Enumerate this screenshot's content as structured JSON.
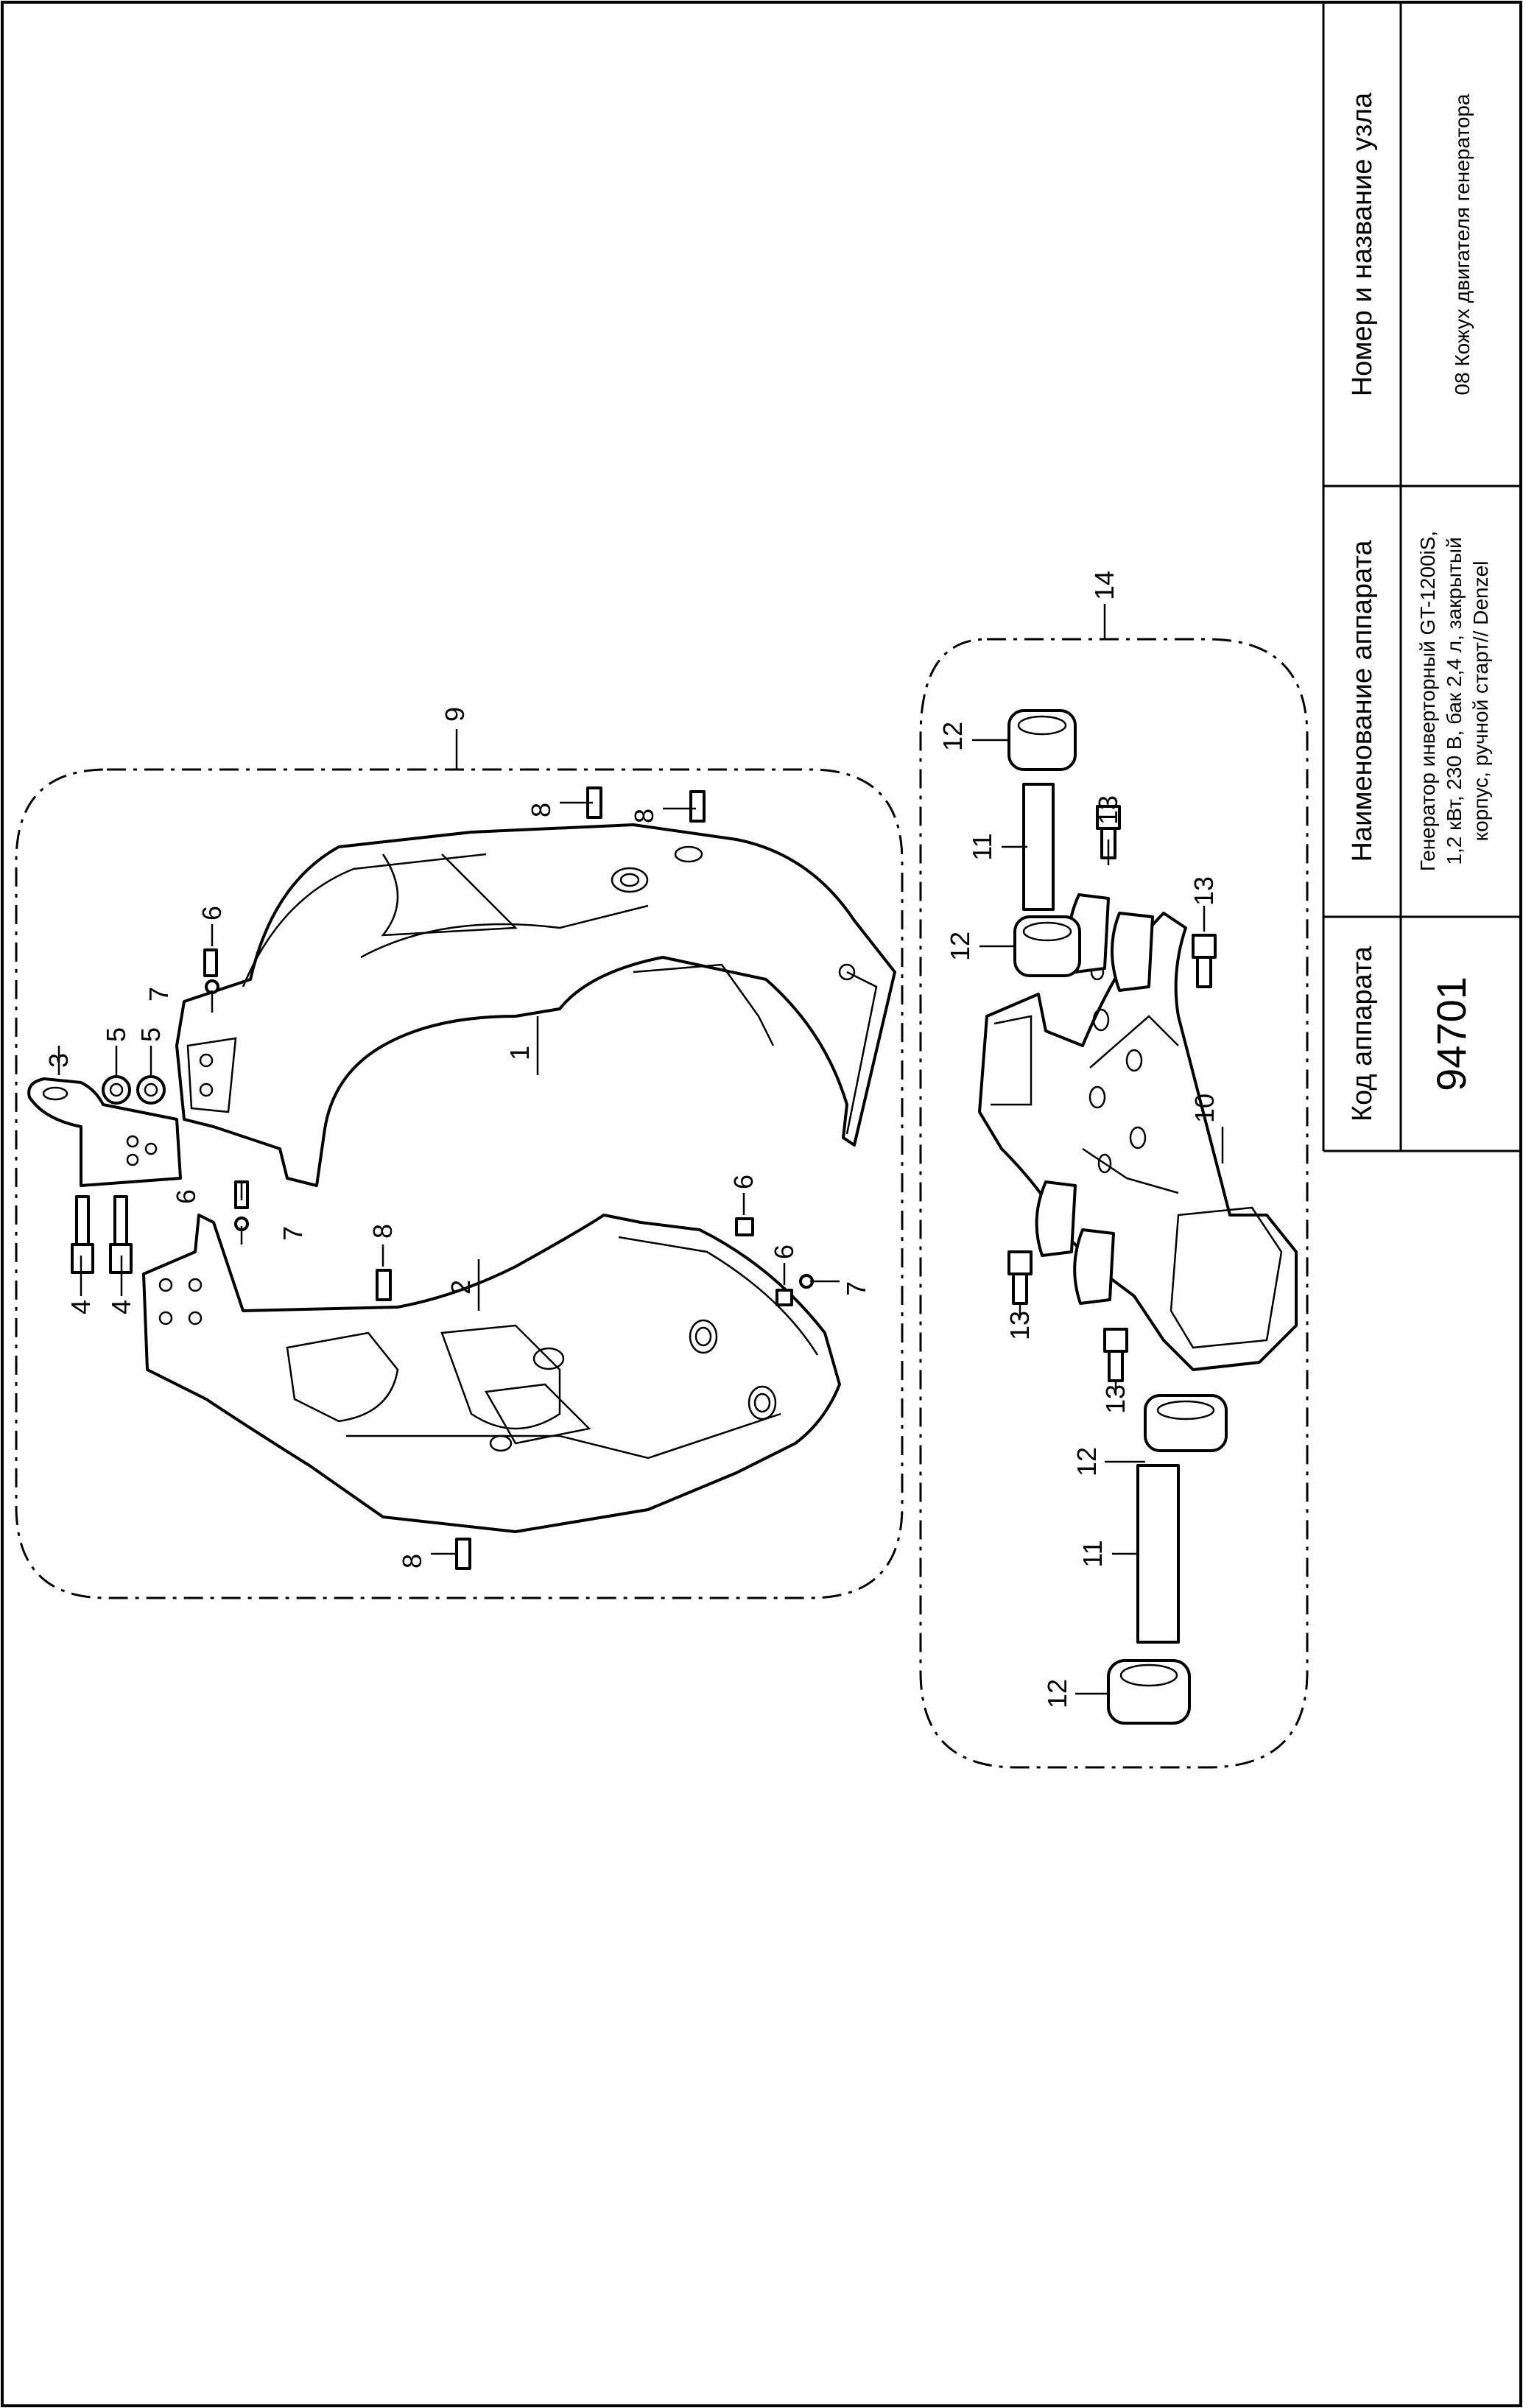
{
  "title_block": {
    "code_header": "Код аппарата",
    "code_value": "94701",
    "name_header": "Наименование аппарата",
    "name_lines": [
      "Генератор инверторный GT-1200iS,",
      "1,2 кВт, 230 В, бак 2,4 л, закрытый",
      "корпус, ручной старт// Denzel"
    ],
    "unit_header": "Номер и название узла",
    "unit_value": "08 Кожух двигателя генератора"
  },
  "callouts": {
    "c1": "1",
    "c2": "2",
    "c3": "3",
    "c4a": "4",
    "c4b": "4",
    "c5a": "5",
    "c5b": "5",
    "c6a": "6",
    "c6b": "6",
    "c6c": "6",
    "c6d": "6",
    "c7a": "7",
    "c7b": "7",
    "c7c": "7",
    "c8a": "8",
    "c8b": "8",
    "c8c": "8",
    "c8d": "8",
    "c9": "9",
    "c10": "10",
    "c11a": "11",
    "c11b": "11",
    "c12a": "12",
    "c12b": "12",
    "c12c": "12",
    "c12d": "12",
    "c13a": "13",
    "c13b": "13",
    "c13c": "13",
    "c13d": "13",
    "c14": "14"
  }
}
